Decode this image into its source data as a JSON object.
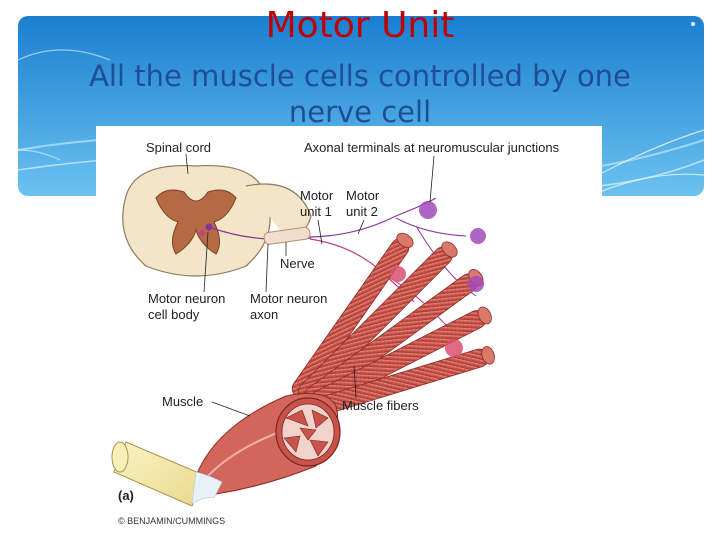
{
  "slide": {
    "title": "Motor Unit",
    "subtitle": "All the muscle cells controlled by one nerve cell"
  },
  "figure": {
    "labels": {
      "spinal_cord": "Spinal cord",
      "axonal_terminals": "Axonal terminals at neuromuscular junctions",
      "motor_unit_1_a": "Motor",
      "motor_unit_1_b": "unit 1",
      "motor_unit_2_a": "Motor",
      "motor_unit_2_b": "unit 2",
      "nerve": "Nerve",
      "motor_neuron_cell_body_a": "Motor neuron",
      "motor_neuron_cell_body_b": "cell body",
      "motor_neuron_axon_a": "Motor neuron",
      "motor_neuron_axon_b": "axon",
      "muscle": "Muscle",
      "muscle_fibers": "Muscle fibers",
      "panel": "(a)",
      "credit": "© BENJAMIN/CUMMINGS"
    },
    "colors": {
      "title": "#c00000",
      "subtitle": "#1f4e96",
      "muscle": "#c9524a",
      "muscle_light": "#e8958b",
      "nerve": "#8a3a9a",
      "spinal_cord": "#f3e6c8",
      "tendon": "#f2e39a"
    }
  }
}
